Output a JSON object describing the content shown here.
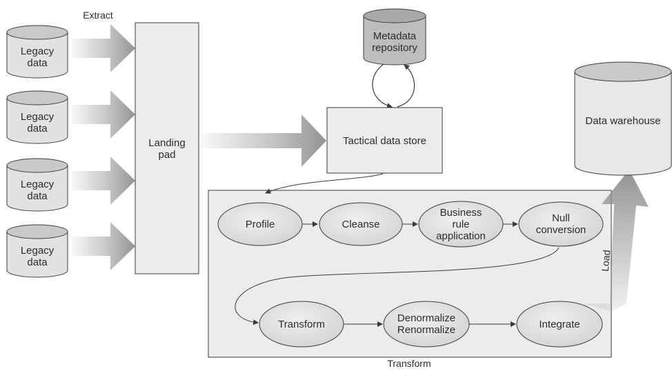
{
  "extract_label": "Extract",
  "load_label": "Load",
  "transform_label": "Transform",
  "legacy_sources": [
    {
      "label": "Legacy\ndata"
    },
    {
      "label": "Legacy\ndata"
    },
    {
      "label": "Legacy\ndata"
    },
    {
      "label": "Legacy\ndata"
    }
  ],
  "landing_pad": {
    "label": "Landing\npad"
  },
  "metadata_repository": {
    "label": "Metadata\nrepository"
  },
  "tactical_data_store": {
    "label": "Tactical data store"
  },
  "data_warehouse": {
    "label": "Data warehouse"
  },
  "transform_steps": [
    {
      "label": "Profile"
    },
    {
      "label": "Cleanse"
    },
    {
      "label": "Business\nrule\napplication"
    },
    {
      "label": "Null\nconversion"
    },
    {
      "label": "Transform"
    },
    {
      "label": "Denormalize\nRenormalize"
    },
    {
      "label": "Integrate"
    }
  ],
  "colors": {
    "fill": "#e8e8e8",
    "cylinder_top": "#c9c9c9",
    "stroke": "#3a3a3a",
    "arrow": "#9a9a9a",
    "text": "#2b2b2b"
  }
}
